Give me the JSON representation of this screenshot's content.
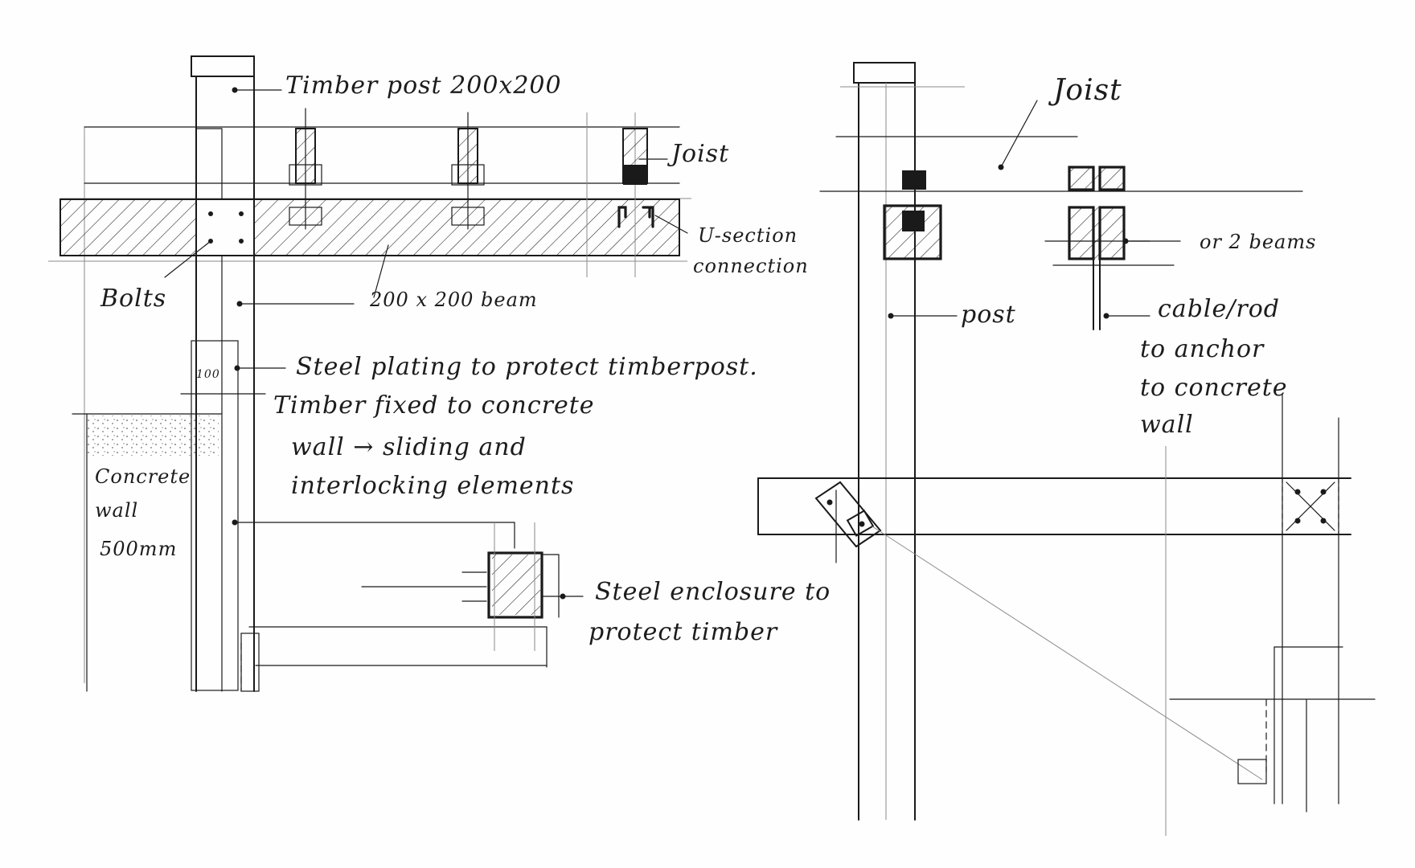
{
  "labels": {
    "timber_post": "Timber post 200x200",
    "joist_left": "Joist",
    "joist_right": "Joist",
    "u_section_1": "U-section",
    "u_section_2": "connection",
    "beam": "200 x 200 beam",
    "bolts": "Bolts",
    "steel_plating": "Steel plating to protect timberpost.",
    "dim_100": "100",
    "fixed_1": "Timber fixed to concrete",
    "fixed_2": "wall → sliding and",
    "fixed_3": "interlocking elements",
    "concrete_1": "Concrete",
    "concrete_2": "wall",
    "concrete_3": "500mm",
    "steel_enclosure_1": "Steel enclosure to",
    "steel_enclosure_2": "protect timber",
    "post": "post",
    "or_2_beams": "or 2 beams",
    "cable_1": "cable/rod",
    "cable_2": "to anchor",
    "cable_3": "to concrete",
    "cable_4": "wall"
  },
  "colors": {
    "ink": "#1a1a1a",
    "paper": "#fefefe",
    "pencil": "#8a8a8a"
  }
}
